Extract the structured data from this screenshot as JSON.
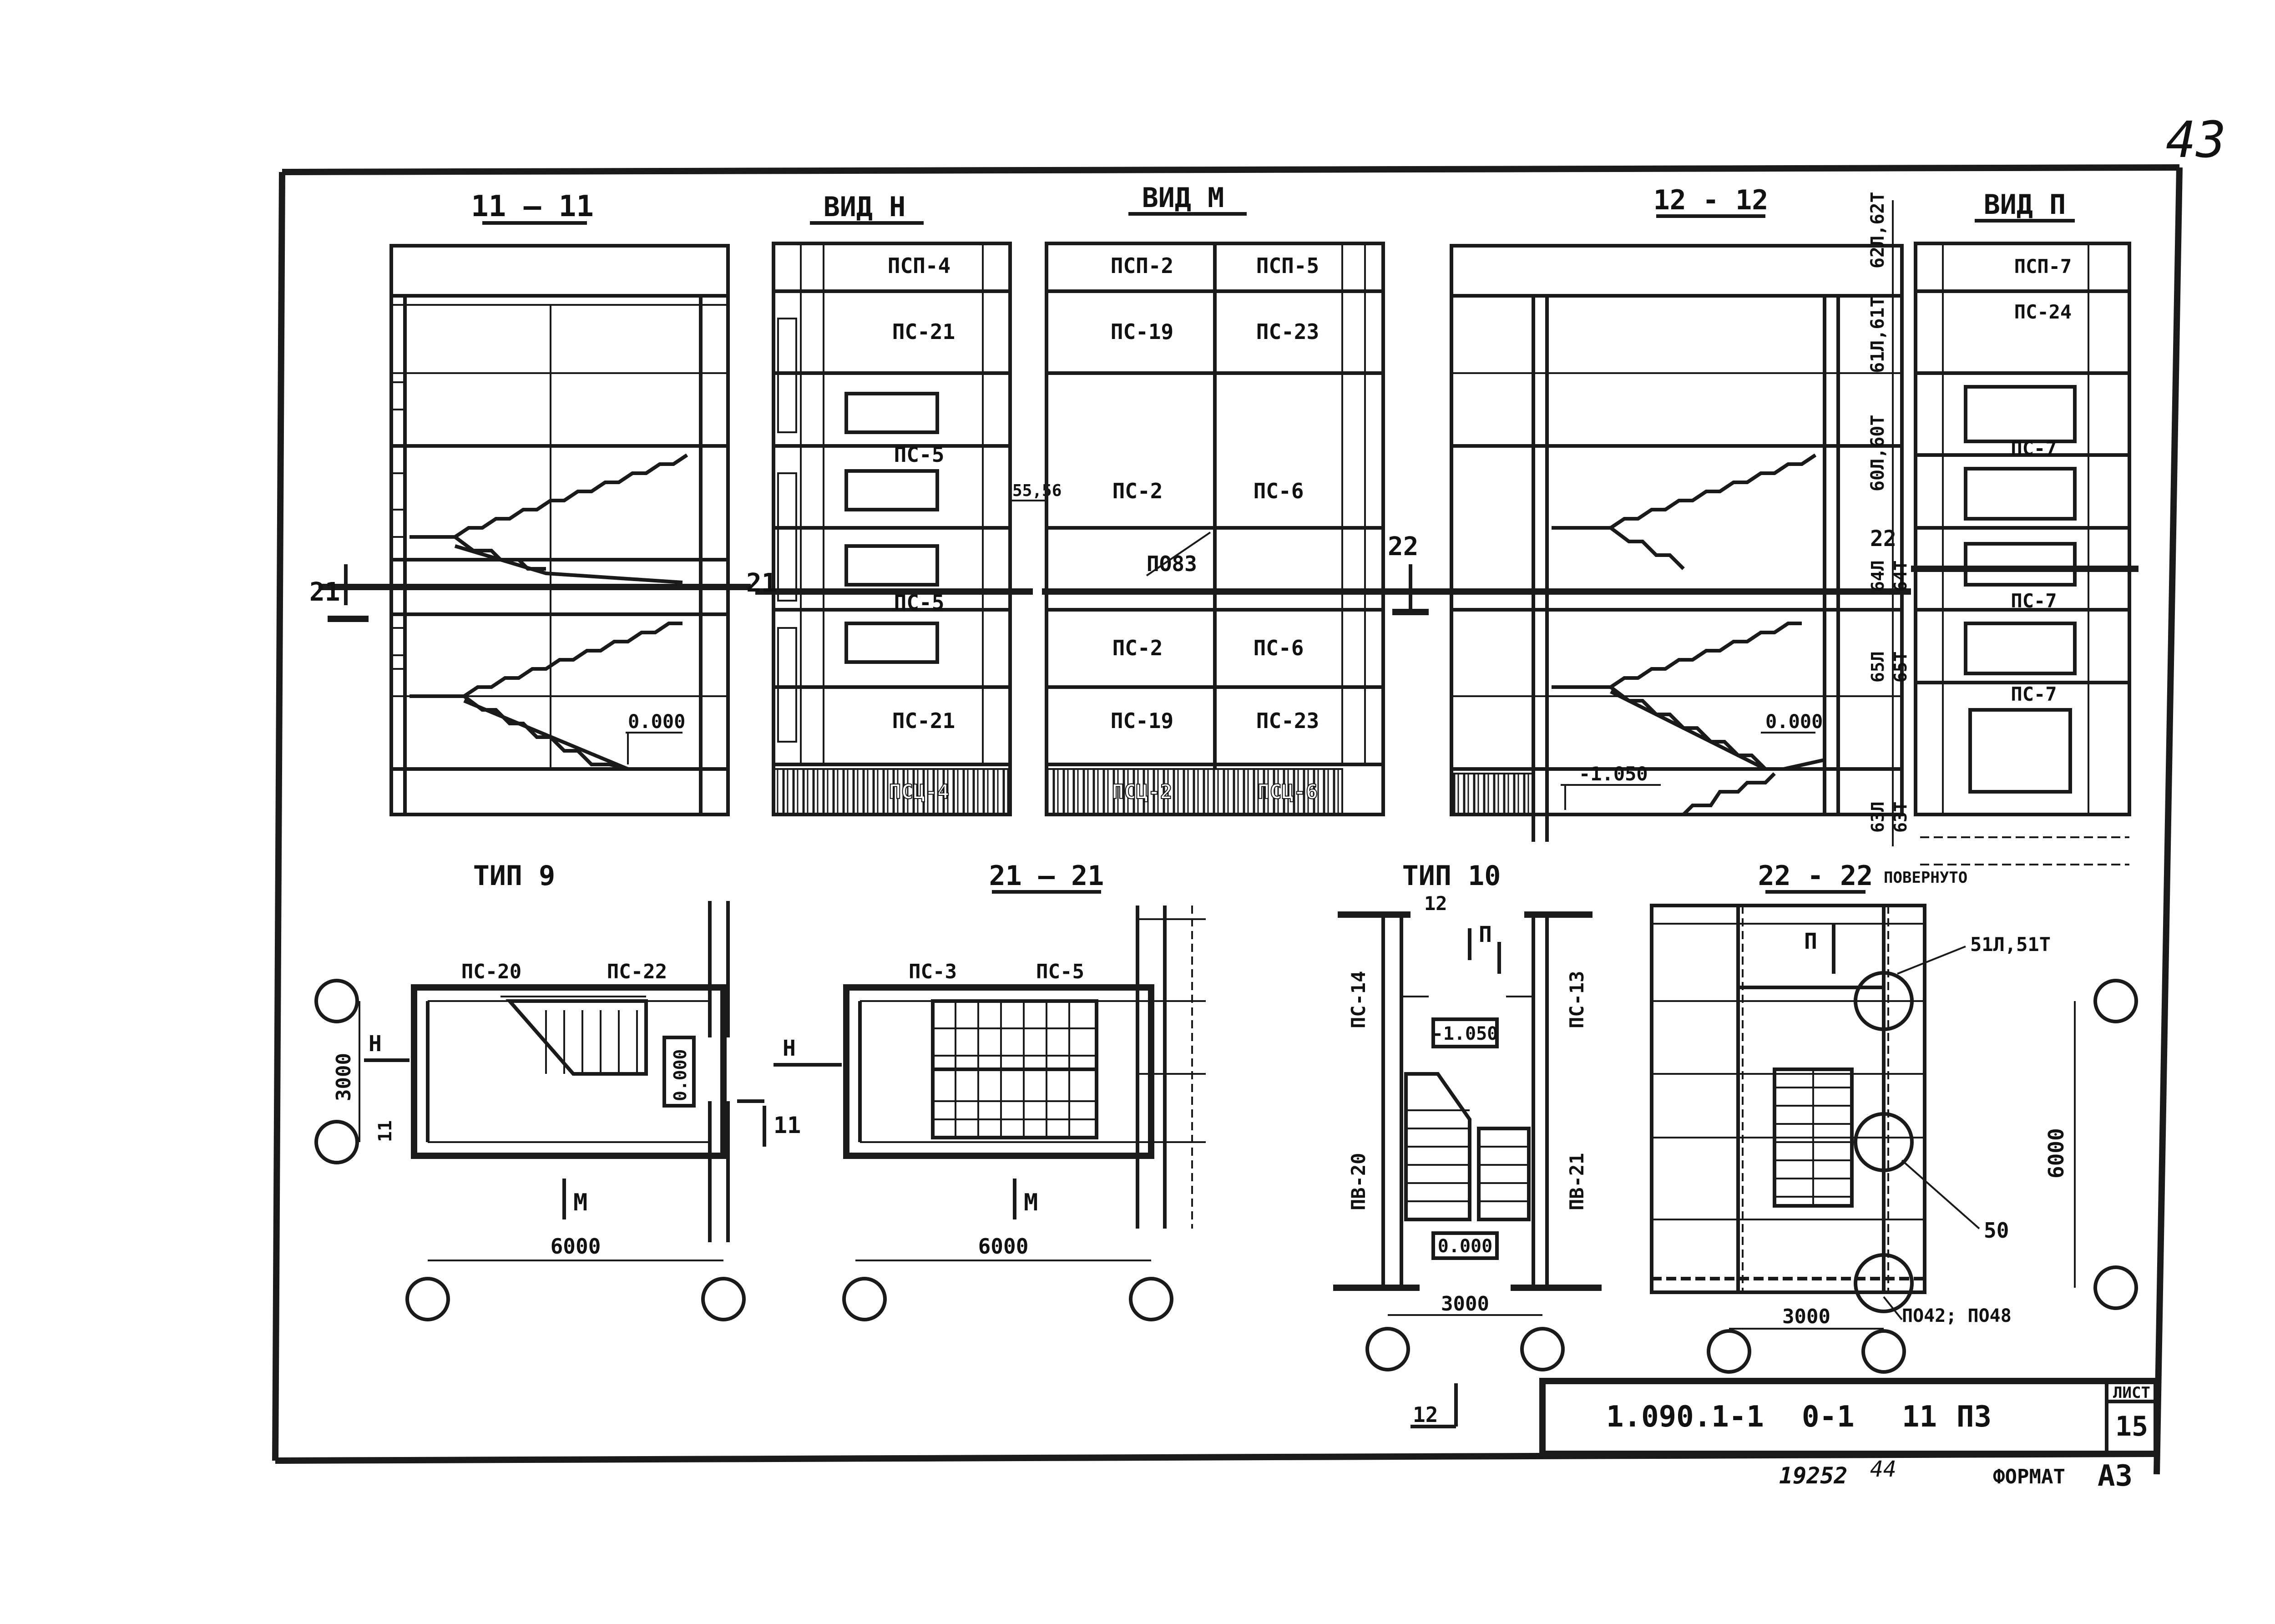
{
  "sheet": {
    "page_number_handwritten": "43",
    "stamp_number": "19252",
    "stamp_number_2": "44",
    "format_label": "ФОРМАТ",
    "format_value": "А3"
  },
  "title_block": {
    "code": "1.090.1-1",
    "part": "0-1",
    "issue": "11",
    "doc": "ПЗ",
    "sheet_label": "ЛИСТ",
    "sheet_number": "15"
  },
  "views": {
    "s11": {
      "title": "11 — 11",
      "cut": "21",
      "level": "0.000"
    },
    "vidN": {
      "title": "ВИД Н",
      "panels": [
        "ПСП-4",
        "ПС-21",
        "ПС-5",
        "ПС-5",
        "ПС-21",
        "ПСЦ-4"
      ],
      "cut": "21",
      "dim": "55,56"
    },
    "vidM": {
      "title": "ВИД М",
      "panels_left": [
        "ПСП-2",
        "ПС-19",
        "ПС-2",
        "ПС-2",
        "ПС-19",
        "ПСЦ-2"
      ],
      "panels_right": [
        "ПСП-5",
        "ПС-23",
        "ПС-6",
        "ПС-6",
        "ПС-23",
        "ПСЦ-6"
      ],
      "slab": "ПО83",
      "cut": "22"
    },
    "s12": {
      "title": "12 - 12",
      "level_top": "0.000",
      "level_bottom": "-1.050",
      "side_labels": [
        "62Л,62Т",
        "61Л,61Т",
        "60Л,60Т",
        "22",
        "64Л",
        "64Т",
        "65Л",
        "65Т",
        "63Л",
        "63Т"
      ]
    },
    "vidP": {
      "title": "ВИД П",
      "panels": [
        "ПСП-7",
        "ПС-24",
        "ПС-7",
        "ПС-7",
        "ПС-7"
      ]
    },
    "tip9": {
      "title": "ТИП 9",
      "panels": [
        "ПС-20",
        "ПС-22"
      ],
      "dim_height": "3000",
      "dim_width": "6000",
      "arrow_H": "Н",
      "arrow_M": "М",
      "cut": "11",
      "level": "0.000"
    },
    "s2121": {
      "title": "21 — 21",
      "panels": [
        "ПС-3",
        "ПС-5"
      ],
      "dim_width": "6000",
      "arrow_H": "Н",
      "arrow_M": "М"
    },
    "tip10": {
      "title": "ТИП 10",
      "cut": "12",
      "arrow_P": "П",
      "panels": [
        "ПС-14",
        "ПС-13",
        "ПВ-20",
        "ПВ-21"
      ],
      "level_top": "-1.050",
      "level_bottom": "0.000",
      "dim_width": "3000",
      "cut_bottom": "12"
    },
    "s2222": {
      "title": "22 - 22",
      "note": "ПОВЕРНУТО",
      "arrow_P": "П",
      "node_1": "51Л,51Т",
      "node_2": "50",
      "node_3": "ПО42; ПО48",
      "dim_width": "3000",
      "dim_height": "6000"
    }
  }
}
